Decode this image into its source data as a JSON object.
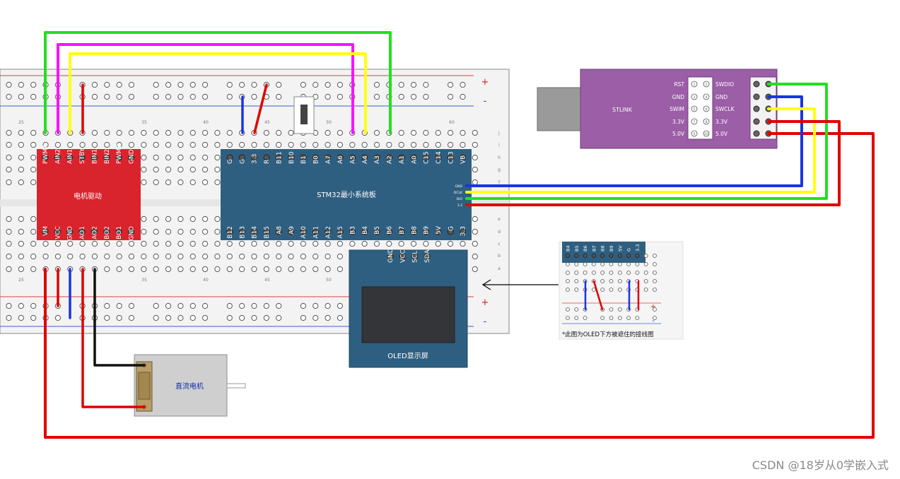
{
  "breadboard": {
    "plus_sign": "+",
    "minus_sign": "-",
    "column_numbers": [
      "25",
      "35",
      "40",
      "45",
      "50",
      "60"
    ],
    "row_letters_top": [
      "j",
      "i",
      "h",
      "g",
      "f"
    ],
    "row_letters_bottom": [
      "e",
      "d",
      "c",
      "b",
      "a"
    ]
  },
  "motor_driver": {
    "title": "电机驱动",
    "top_pins": [
      "PWMA",
      "AIN2",
      "AIN1",
      "STBY",
      "BIN1",
      "BIN2",
      "PWMB",
      "GND"
    ],
    "bottom_pins": [
      "VM",
      "VCC",
      "GND",
      "AO1",
      "AO2",
      "BO2",
      "BO1",
      "GND"
    ],
    "color": "#d9232d"
  },
  "stm32": {
    "title": "STM32最小系统板",
    "top_pins": [
      "G",
      "G",
      "3.3",
      "R",
      "B11",
      "B10",
      "B1",
      "B0",
      "A7",
      "A6",
      "A5",
      "A4",
      "A3",
      "A2",
      "A1",
      "A0",
      "C15",
      "C14",
      "C13",
      "VB"
    ],
    "bottom_pins": [
      "B12",
      "B13",
      "B14",
      "B15",
      "A8",
      "A9",
      "A10",
      "A11",
      "A12",
      "A15",
      "B3",
      "B4",
      "B5",
      "B6",
      "B7",
      "B8",
      "B9",
      "5V",
      "G",
      "3.3"
    ],
    "swd_pins": [
      "GND",
      "DCLK",
      "DIO",
      "3.3"
    ],
    "color": "#2f5f80"
  },
  "oled": {
    "title": "OLED显示屏",
    "pins": [
      "GND",
      "VCC",
      "SCL",
      "SDA"
    ],
    "color": "#2f5f80"
  },
  "stlink": {
    "title": "STLINK",
    "left_labels": [
      "RST",
      "GND",
      "SWIM",
      "3.3V",
      "5.0V"
    ],
    "left_numbers": [
      "1",
      "3",
      "5",
      "7",
      "9"
    ],
    "right_numbers": [
      "2",
      "4",
      "6",
      "8",
      "10"
    ],
    "right_labels": [
      "SWDIO",
      "GND",
      "SWCLK",
      "3.3V",
      "5.0V"
    ],
    "color": "#9b5ea7"
  },
  "motor": {
    "title": "直流电机"
  },
  "inset": {
    "pins": [
      "B4",
      "B5",
      "B6",
      "B7",
      "B8",
      "B9",
      "5V",
      "G",
      "3.3"
    ],
    "caption": "*此图为OLED下方被遮住的接线图",
    "plus_sign": "+",
    "minus_sign": "-"
  },
  "watermark": "CSDN @18岁从0学嵌入式"
}
